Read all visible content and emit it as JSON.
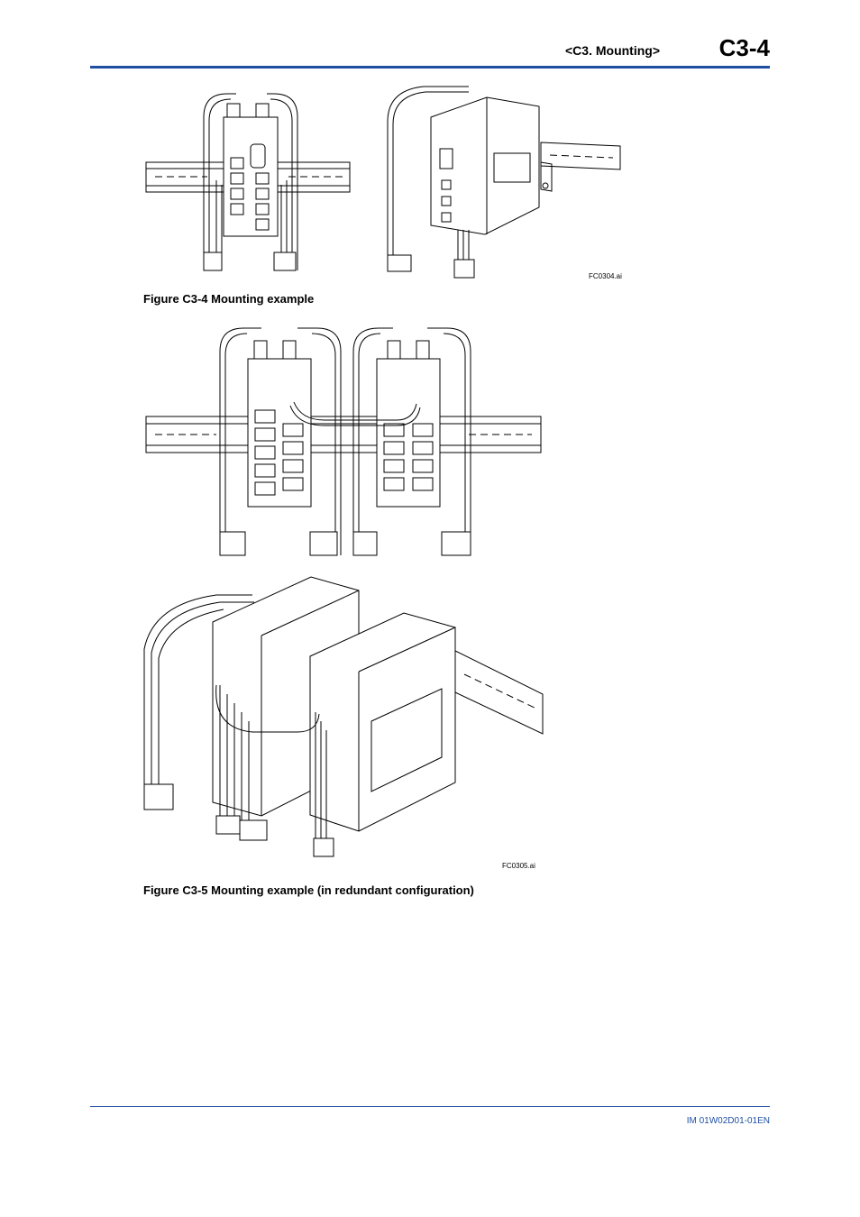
{
  "header": {
    "section": "<C3.  Mounting>",
    "page": "C3-4"
  },
  "figures": [
    {
      "caption": "Figure C3-4  Mounting example",
      "file": "FC0304.ai"
    },
    {
      "caption": "Figure C3-5  Mounting example (in redundant configuration)",
      "file": "FC0305.ai"
    }
  ],
  "footer": {
    "doc_id": "IM 01W02D01-01EN"
  },
  "colors": {
    "accent": "#1f4fa3"
  }
}
